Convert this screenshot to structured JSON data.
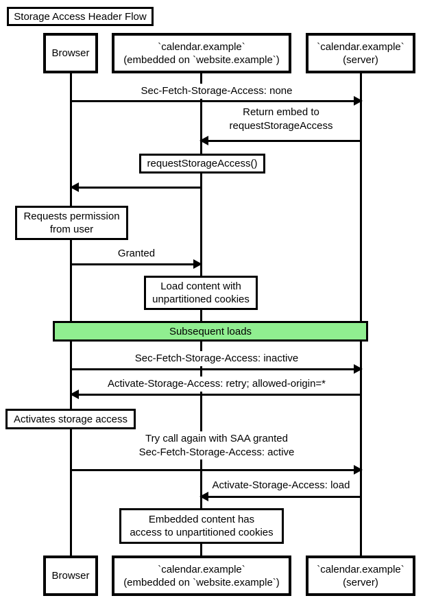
{
  "title": "Storage Access Header Flow",
  "section": {
    "label": "Subsequent loads",
    "color": "#90ee90"
  },
  "participants": {
    "browser": {
      "label": "Browser"
    },
    "embed": {
      "line1": "`calendar.example`",
      "line2": "(embedded on `website.example`)"
    },
    "server": {
      "line1": "`calendar.example`",
      "line2": "(server)"
    }
  },
  "messages": {
    "m1": {
      "label": "Sec-Fetch-Storage-Access: none",
      "from": "browser",
      "to": "server"
    },
    "m2": {
      "line1": "Return embed to",
      "line2": "requestStorageAccess",
      "from": "server",
      "to": "embed"
    },
    "m3": {
      "label": "",
      "from": "embed",
      "to": "browser"
    },
    "m4": {
      "label": "Granted",
      "from": "browser",
      "to": "embed"
    },
    "m5": {
      "label": "Sec-Fetch-Storage-Access: inactive",
      "from": "browser",
      "to": "server"
    },
    "m6": {
      "label": "Activate-Storage-Access: retry; allowed-origin=*",
      "from": "server",
      "to": "browser"
    },
    "m7": {
      "line1": "Try call again with SAA granted",
      "line2": "Sec-Fetch-Storage-Access: active",
      "from": "browser",
      "to": "server"
    },
    "m8": {
      "label": "Activate-Storage-Access: load",
      "from": "server",
      "to": "embed"
    }
  },
  "notes": {
    "request_saa": {
      "label": "requestStorageAccess()"
    },
    "requests_permission": {
      "line1": "Requests permission",
      "line2": "from user"
    },
    "load_content": {
      "line1": "Load content with",
      "line2": "unpartitioned cookies"
    },
    "activates": {
      "label": "Activates storage access"
    },
    "embedded_access": {
      "line1": "Embedded content has",
      "line2": "access to unpartitioned cookies"
    }
  }
}
